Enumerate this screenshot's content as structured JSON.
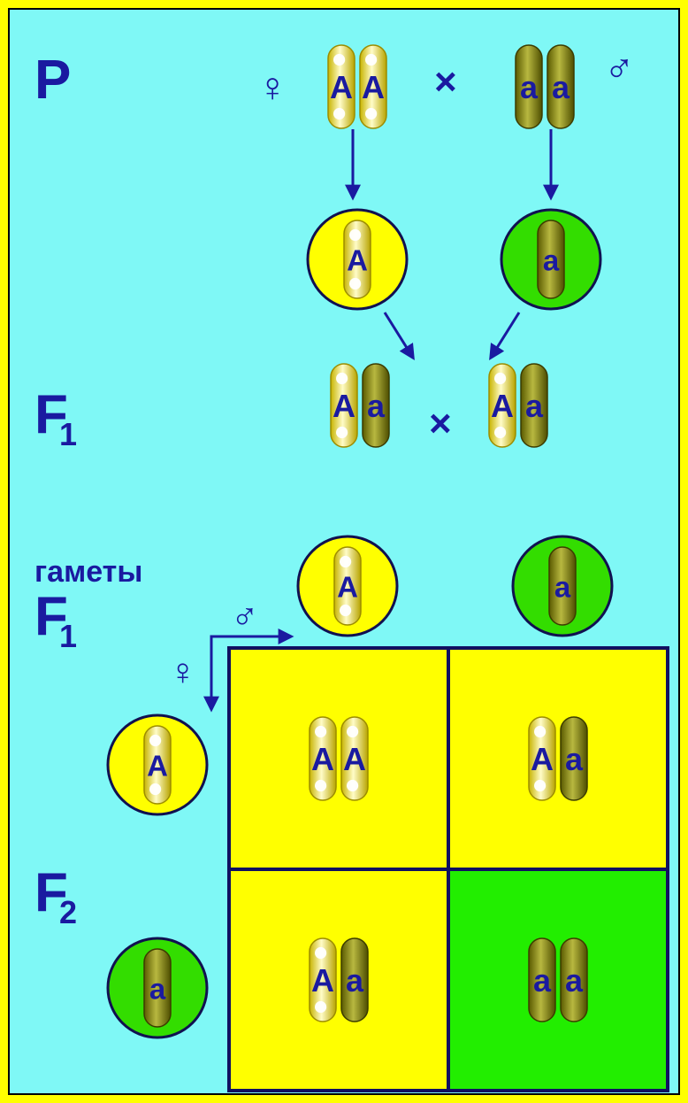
{
  "labels": {
    "parents": "P",
    "f1": "F",
    "f1_sub": "1",
    "gametes": "гаметы",
    "gametes_f": "F",
    "gametes_f_sub": "1",
    "f2": "F",
    "f2_sub": "2",
    "cross": "×",
    "female_sign": "♀",
    "male_sign": "♂"
  },
  "parents": {
    "female_alleles": [
      "A",
      "A"
    ],
    "male_alleles": [
      "a",
      "a"
    ]
  },
  "parent_gametes": [
    {
      "allele": "A",
      "color": "#ffff00"
    },
    {
      "allele": "a",
      "color": "#33dd00"
    }
  ],
  "f1": {
    "left_alleles": [
      "A",
      "a"
    ],
    "right_alleles": [
      "A",
      "a"
    ]
  },
  "f1_gametes": {
    "male": [
      {
        "allele": "A",
        "color": "#ffff00"
      },
      {
        "allele": "a",
        "color": "#33dd00"
      }
    ],
    "female": [
      {
        "allele": "A",
        "color": "#ffff00"
      },
      {
        "allele": "a",
        "color": "#33dd00"
      }
    ]
  },
  "punnett": {
    "cells": [
      {
        "alleles": [
          "A",
          "A"
        ],
        "color": "#ffff00"
      },
      {
        "alleles": [
          "A",
          "a"
        ],
        "color": "#ffff00"
      },
      {
        "alleles": [
          "A",
          "a"
        ],
        "color": "#ffff00"
      },
      {
        "alleles": [
          "a",
          "a"
        ],
        "color": "#22ee00"
      }
    ]
  },
  "colors": {
    "dominant_chromosome": "#f0e060",
    "recessive_chromosome": "#8a8a10",
    "text": "#1a1aa0",
    "arrow": "#1a1aa0",
    "background": "#7ff8f6",
    "frame": "#ffff00"
  }
}
